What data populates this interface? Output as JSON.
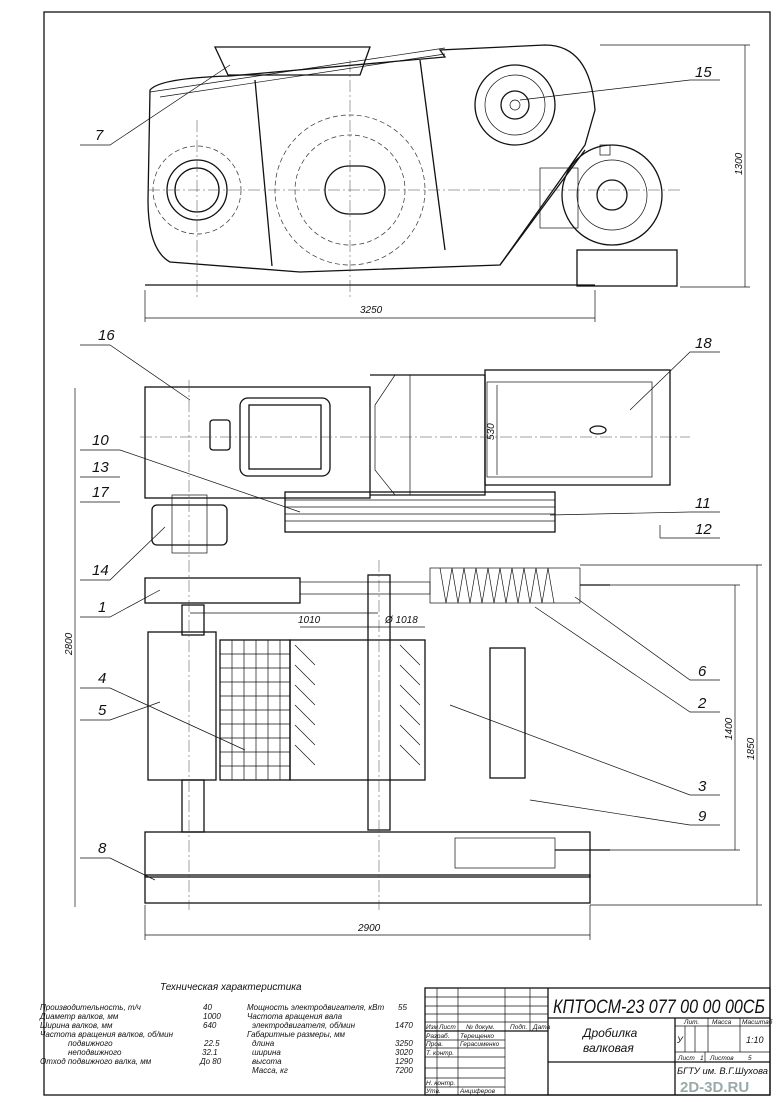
{
  "positions": [
    "7",
    "15",
    "16",
    "18",
    "10",
    "13",
    "17",
    "11",
    "12",
    "14",
    "1",
    "6",
    "2",
    "4",
    "5",
    "3",
    "9",
    "8"
  ],
  "dimensions": {
    "overall_length_side": "3250",
    "height_side": "1300",
    "width_530": "530",
    "dist_1010": "1010",
    "diameter": "Ø 1018",
    "dim_1400": "1400",
    "dim_1850": "1850",
    "dim_2800": "2800",
    "dim_2900": "2900"
  },
  "specs": {
    "title": "Техническая характеристика",
    "left": [
      {
        "label": "Производительность, т/ч",
        "value": "40"
      },
      {
        "label": "Диаметр валков, мм",
        "value": "1000"
      },
      {
        "label": "Ширина валков, мм",
        "value": "640"
      },
      {
        "label": "Частота вращения валков, об/мин",
        "value": ""
      },
      {
        "label": "подвижного",
        "value": "22.5"
      },
      {
        "label": "неподвижного",
        "value": "32.1"
      },
      {
        "label": "Отход подвижного валка, мм",
        "value": "До 80"
      }
    ],
    "right": [
      {
        "label": "Мощность электродвигателя, кВт",
        "value": "55"
      },
      {
        "label": "Частота вращения вала",
        "value": ""
      },
      {
        "label": "электродвигателя, об/мин",
        "value": "1470"
      },
      {
        "label": "Габаритные размеры, мм",
        "value": ""
      },
      {
        "label": "длина",
        "value": "3250"
      },
      {
        "label": "ширина",
        "value": "3020"
      },
      {
        "label": "высота",
        "value": "1290"
      },
      {
        "label": "Масса, кг",
        "value": "7200"
      }
    ]
  },
  "title_block": {
    "designation": "КПТОСМ-23 077 00 00 00СБ",
    "name_line1": "Дробилка",
    "name_line2": "валковая",
    "col_headers": [
      "Изм",
      "Лист",
      "№ докум.",
      "Подп.",
      "Дата"
    ],
    "roles": [
      {
        "role": "Разраб.",
        "name": "Терещенко"
      },
      {
        "role": "Пров.",
        "name": "Герасименко"
      },
      {
        "role": "Т. контр.",
        "name": ""
      },
      {
        "role": "Н. контр.",
        "name": ""
      },
      {
        "role": "Утв.",
        "name": "Анциферов"
      }
    ],
    "lit_label": "Лит.",
    "mass_label": "Масса",
    "scale_label": "Масштаб",
    "lit_value": "У",
    "scale_value": "1:10",
    "sheet_label": "Лист",
    "sheet_value": "1",
    "sheets_label": "Листов",
    "sheets_value": "5",
    "org": "БГТУ им. В.Г.Шухова",
    "watermark": "2D-3D.RU"
  }
}
